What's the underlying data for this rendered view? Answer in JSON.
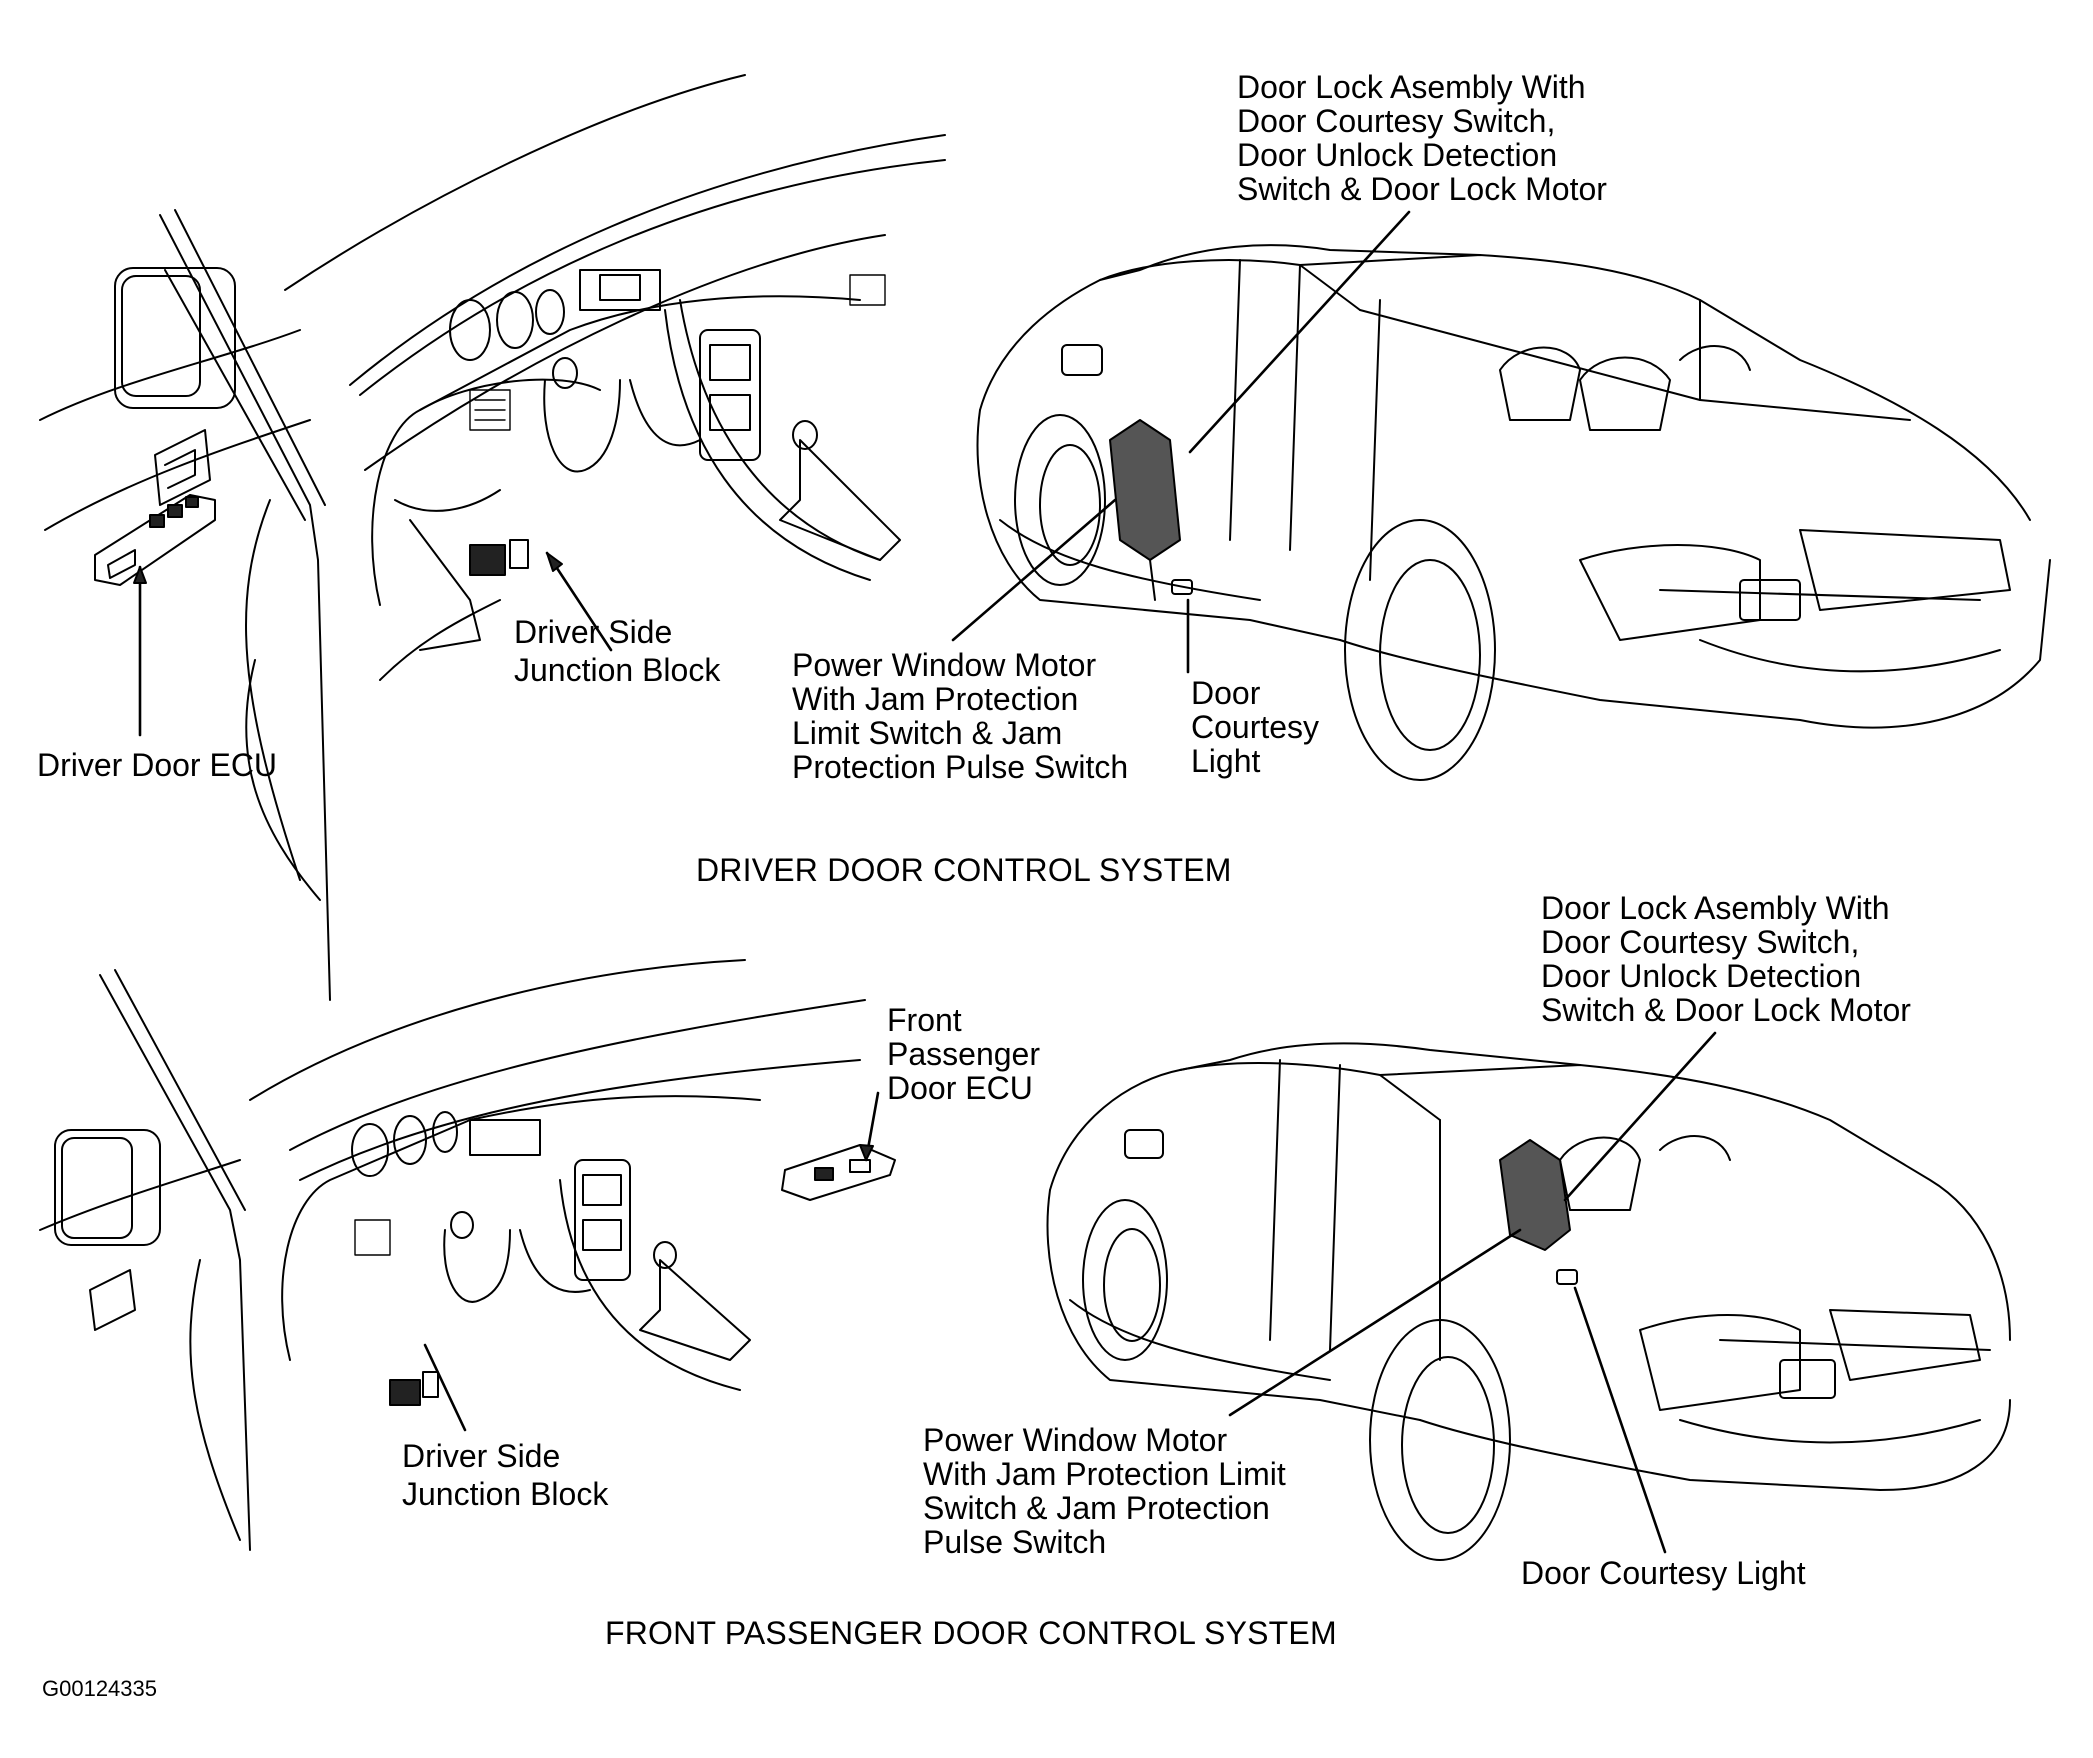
{
  "diagram": {
    "figure_id": "G00124335",
    "panels": [
      {
        "title": "DRIVER DOOR CONTROL SYSTEM",
        "labels": {
          "door_lock_assembly": [
            "Door Lock Asembly With",
            "Door Courtesy Switch,",
            "Door Unlock Detection",
            "Switch & Door Lock Motor"
          ],
          "driver_side_junction_block": [
            "Driver Side",
            "Junction Block"
          ],
          "driver_door_ecu": [
            "Driver Door ECU"
          ],
          "power_window_motor": [
            "Power Window Motor",
            "With Jam Protection",
            "Limit Switch & Jam",
            "Protection Pulse Switch"
          ],
          "door_courtesy_light": [
            "Door",
            "Courtesy",
            "Light"
          ]
        }
      },
      {
        "title": "FRONT PASSENGER DOOR CONTROL SYSTEM",
        "labels": {
          "door_lock_assembly": [
            "Door Lock Asembly With",
            "Door Courtesy Switch,",
            "Door Unlock Detection",
            "Switch & Door Lock Motor"
          ],
          "front_passenger_door_ecu": [
            "Front",
            "Passenger",
            "Door ECU"
          ],
          "driver_side_junction_block": [
            "Driver Side",
            "Junction Block"
          ],
          "power_window_motor": [
            "Power Window Motor",
            "With Jam Protection Limit",
            "Switch & Jam Protection",
            "Pulse Switch"
          ],
          "door_courtesy_light": [
            "Door Courtesy Light"
          ]
        }
      }
    ]
  }
}
